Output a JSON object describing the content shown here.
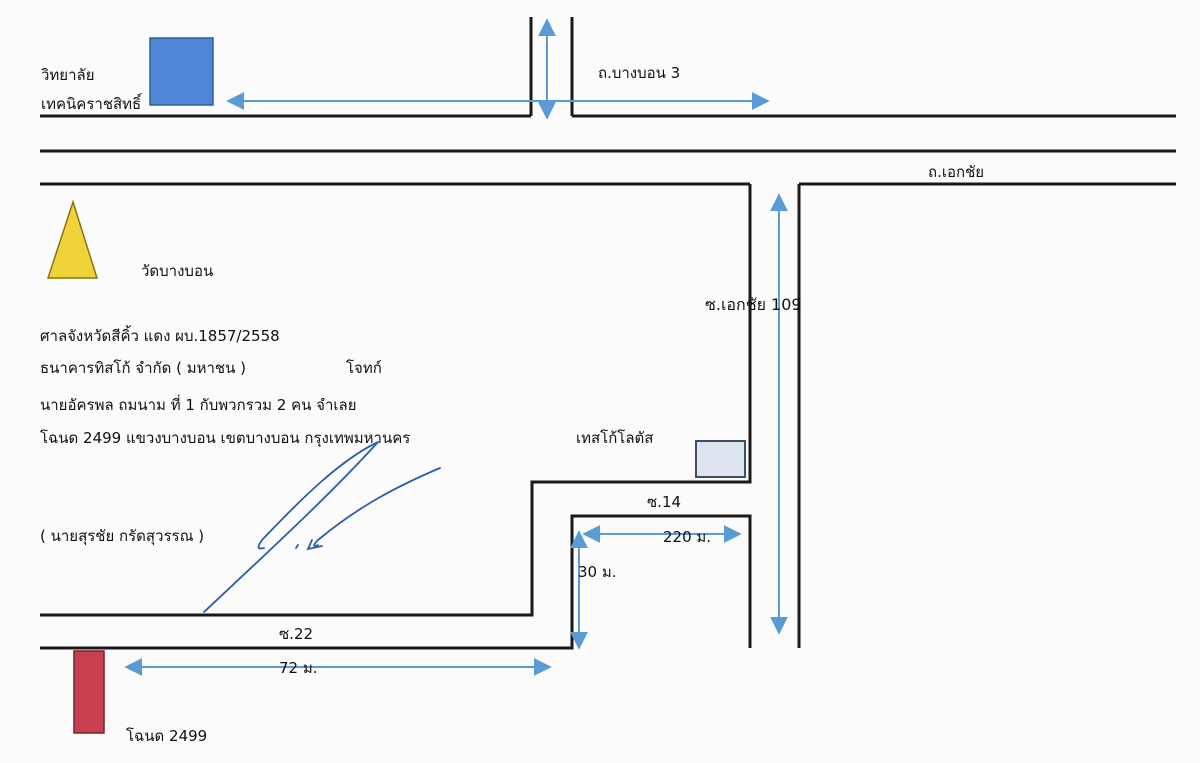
{
  "colors": {
    "road": "#1a1a1a",
    "arrow": "#5b9bd5",
    "college": "#4f86d6",
    "temple": "#f0d23a",
    "plot": "#c8404f",
    "store_fill": "#dde4ee",
    "store_stroke": "#3a4f6a",
    "signature": "#2a5fa8"
  },
  "icons": {
    "college": "blue-square-icon",
    "temple": "yellow-triangle-icon",
    "store": "outlined-rectangle-icon",
    "plot": "red-rectangle-icon"
  },
  "labels": {
    "college_line1": "วิทยาลัย",
    "college_line2": "เทคนิคราชสิทธิ์",
    "road_bangbon3": "ถ.บางบอน 3",
    "road_ekachai": "ถ.เอกชัย",
    "temple": "วัดบางบอน",
    "soi_ekachai_109": "ซ.เอกชัย 109",
    "tesco_lotus": "เทสโก้โลตัส",
    "soi_14": "ซ.14",
    "soi_22": "ซ.22",
    "plot_deed": "โฉนด 2499"
  },
  "measurements": {
    "soi14_length": "220 ม.",
    "soi14_depth": "30 ม.",
    "soi22_length": "72 ม."
  },
  "case_text": {
    "line1": "ศาลจังหวัดสีคิ้ว แดง ผบ.1857/2558",
    "line2_left": "ธนาคารทิสโก้ จำกัด ( มหาชน )",
    "line2_right": "โจทก์",
    "line3": "นายอัครพล ถมนาม ที่ 1 กับพวกรวม 2 คน จำเลย",
    "line4": "โฉนด 2499 แขวงบางบอน เขตบางบอน กรุงเทพมหานคร",
    "signer": "( นายสุรชัย กรัดสุวรรณ )"
  }
}
